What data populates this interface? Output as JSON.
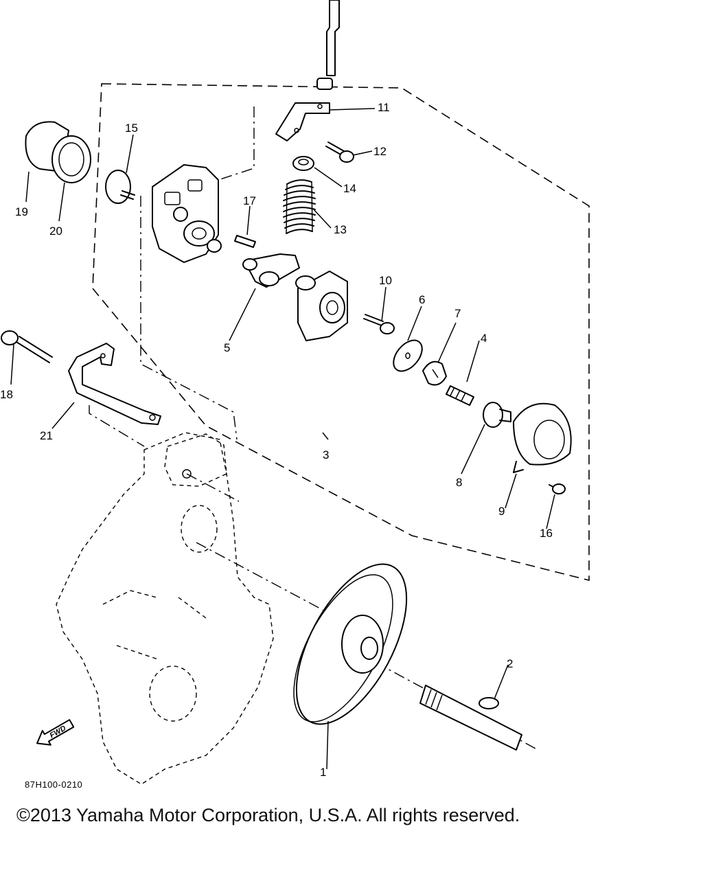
{
  "diagram": {
    "callouts": [
      "1",
      "2",
      "3",
      "4",
      "5",
      "6",
      "7",
      "8",
      "9",
      "10",
      "11",
      "12",
      "13",
      "14",
      "15",
      "16",
      "17",
      "18",
      "19",
      "20",
      "21"
    ],
    "figure_code": "87H100-0210",
    "forward_marker": "FWD"
  },
  "footer": {
    "copyright": "©2013 Yamaha Motor Corporation, U.S.A. All rights reserved."
  }
}
